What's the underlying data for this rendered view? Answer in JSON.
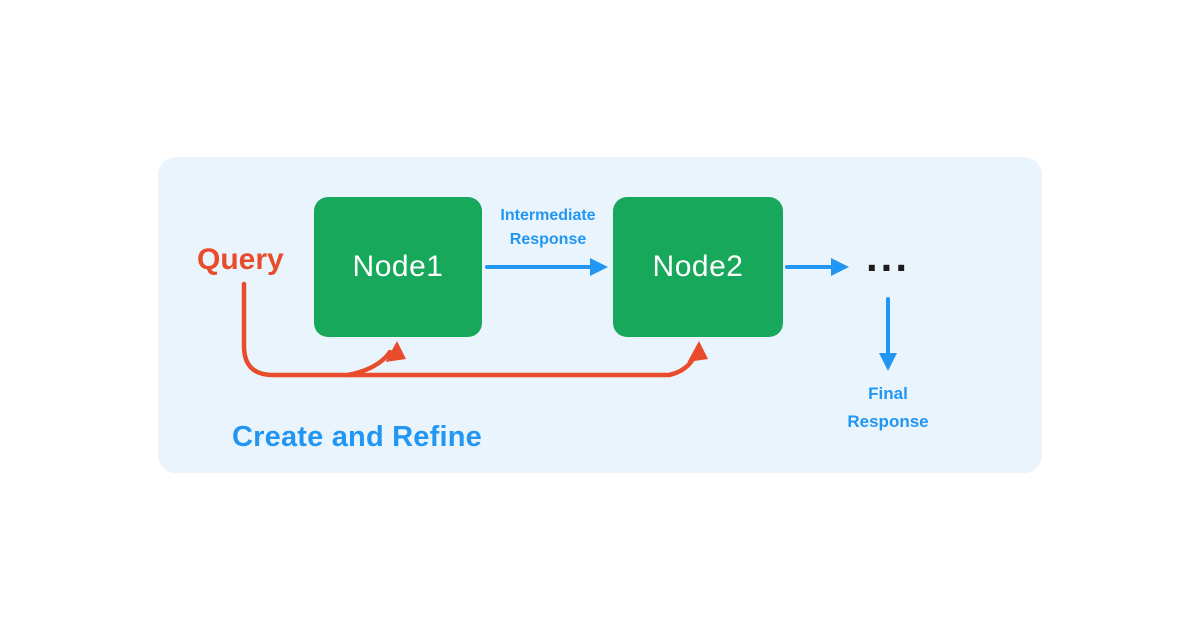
{
  "colors": {
    "panel-bg": "#EAF4FD",
    "node-green": "#17A85C",
    "arrow-blue": "#2196F3",
    "accent-red": "#E84C2B",
    "ink": "#1C1C1E"
  },
  "diagram": {
    "title": "Create and Refine",
    "query_label": "Query",
    "nodes": [
      {
        "label": "Node1"
      },
      {
        "label": "Node2"
      }
    ],
    "edges": {
      "intermediate_response_label": "Intermediate Response",
      "ellipsis": "...",
      "final_response_label": "Final Response"
    }
  }
}
